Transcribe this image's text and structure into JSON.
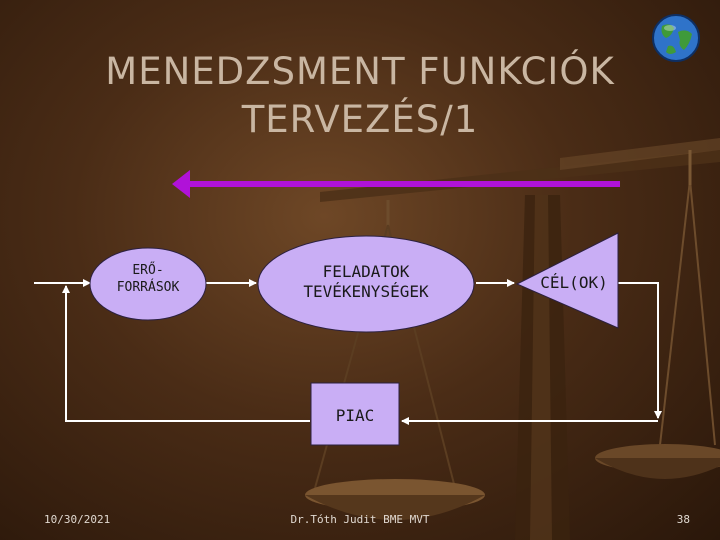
{
  "title": {
    "line1": "MENEDZSMENT FUNKCIÓK",
    "line2": "TERVEZÉS/1"
  },
  "nodes": {
    "eroforrasok": {
      "line1": "ERŐ-",
      "line2": "FORRÁSOK"
    },
    "feladatok": {
      "line1": "FELADATOK",
      "line2": "TEVÉKENYSÉGEK"
    },
    "cel": "CÉL(OK)",
    "piac": "PIAC"
  },
  "footer": {
    "date": "10/30/2021",
    "author": "Dr.Tóth Judit BME MVT",
    "page": "38"
  },
  "colors": {
    "node_fill": "#c9aef5",
    "arrow_purple": "#b012d8",
    "title_text": "#c9b6a2",
    "connector": "#ffffff"
  },
  "icons": [
    "globe-icon"
  ]
}
